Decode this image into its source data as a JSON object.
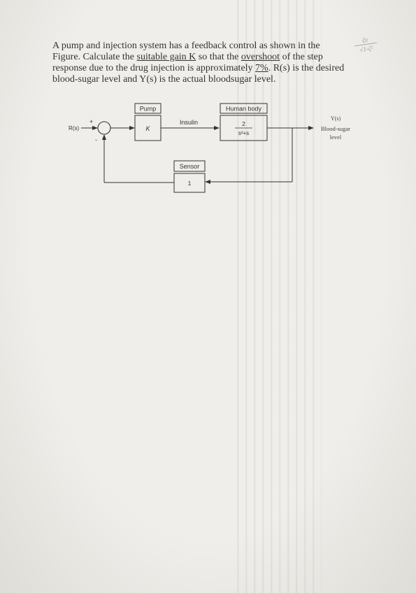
{
  "problem": {
    "part1": "A pump and injection system has a feedback control as shown in the Figure. Calculate the ",
    "gain_phrase": "suitable gain K",
    "part2": " so that the ",
    "overshoot_word": "overshoot",
    "part3": " of the step response due to the drug injection is approximately ",
    "percent": "7%",
    "part4": ". R(s) is the desired blood-sugar level and Y(s) is the actual bloodsugar level."
  },
  "margin_note": {
    "line1": "ζπ",
    "line2": "√1-ζ²"
  },
  "diagram": {
    "input_label": "R(s)",
    "plus_sign": "+",
    "minus_sign": "-",
    "pump_title": "Pump",
    "pump_gain": "K",
    "insulin_label": "Insulin",
    "body_title": "Human body",
    "body_numerator": "2",
    "body_denominator": "s²+s",
    "output_label": "Y(s)",
    "output_desc_line1": "Blood-sugar",
    "output_desc_line2": "level",
    "sensor_title": "Sensor",
    "sensor_gain": "1"
  }
}
